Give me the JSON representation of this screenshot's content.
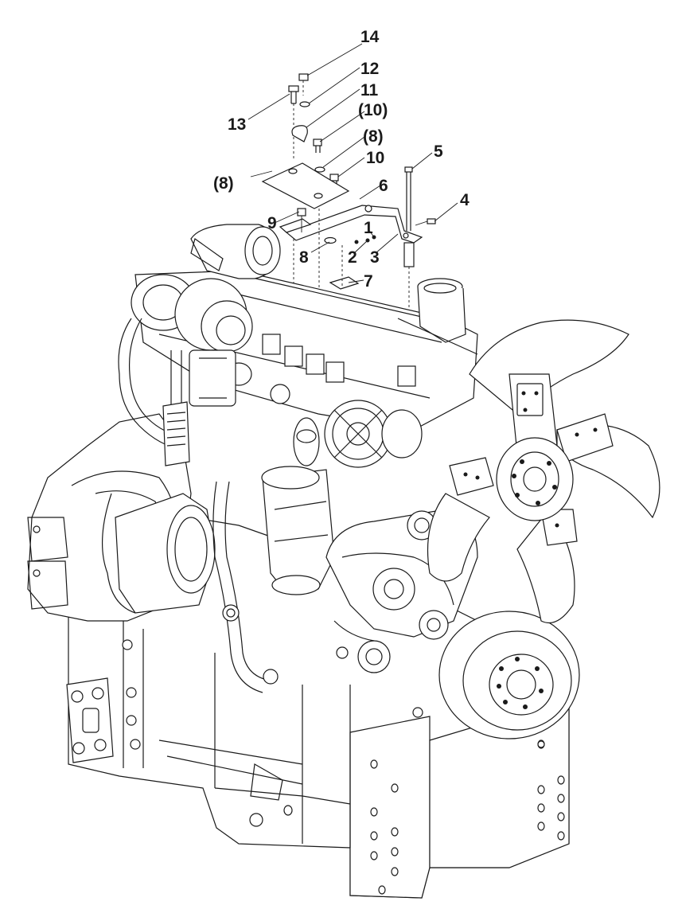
{
  "diagram": {
    "callouts": [
      "14",
      "12",
      "11",
      "(10)",
      "13",
      "(8)",
      "5",
      "10",
      "(8)",
      "6",
      "4",
      "9",
      "1",
      "2",
      "3",
      "8",
      "7"
    ]
  }
}
